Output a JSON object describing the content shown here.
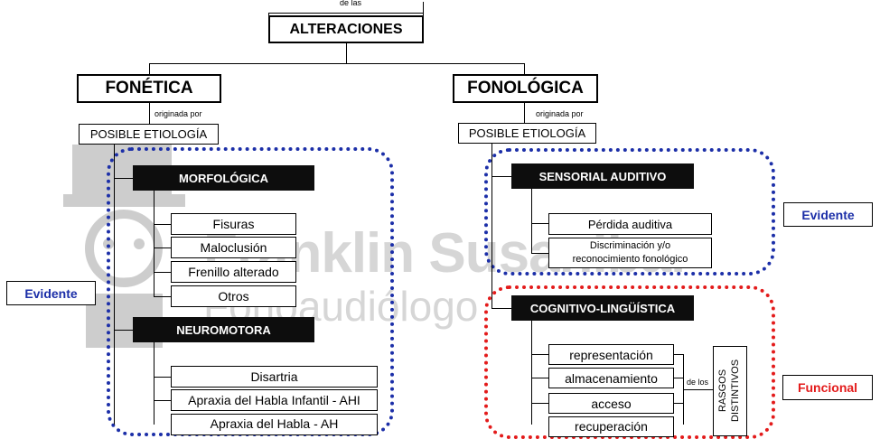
{
  "top_connector": "de las",
  "root": "ALTERACIONES",
  "left": {
    "title": "FONÉTICA",
    "connector": "originada por",
    "etiology": "POSIBLE ETIOLOGÍA",
    "morph": {
      "title": "MORFOLÓGICA",
      "items": [
        "Fisuras",
        "Maloclusión",
        "Frenillo alterado",
        "Otros"
      ]
    },
    "neuro": {
      "title": "NEUROMOTORA",
      "items": [
        "Disartria",
        "Apraxia del Habla Infantil - AHI",
        "Apraxia del Habla - AH"
      ]
    },
    "tag": "Evidente"
  },
  "right": {
    "title": "FONOLÓGICA",
    "connector": "originada por",
    "etiology": "POSIBLE ETIOLOGÍA",
    "sensorial": {
      "title": "SENSORIAL AUDITIVO",
      "items": [
        "Pérdida auditiva",
        "Discriminación y/o reconocimiento fonológico"
      ]
    },
    "cognitive": {
      "title": "COGNITIVO-LINGÜÍSTICA",
      "items": [
        "representación",
        "almacenamiento",
        "acceso",
        "recuperación"
      ],
      "connector": "de los",
      "target": "RASGOS DISTINTIVOS"
    },
    "tag_evidente": "Evidente",
    "tag_funcional": "Funcional"
  },
  "watermark": {
    "name": "Franklin Susanibar",
    "subtitle": "Fonoaudiólogo"
  },
  "colors": {
    "blue": "#1c2fa8",
    "red": "#e31b1b",
    "dark_box": "#0d0d0d"
  }
}
